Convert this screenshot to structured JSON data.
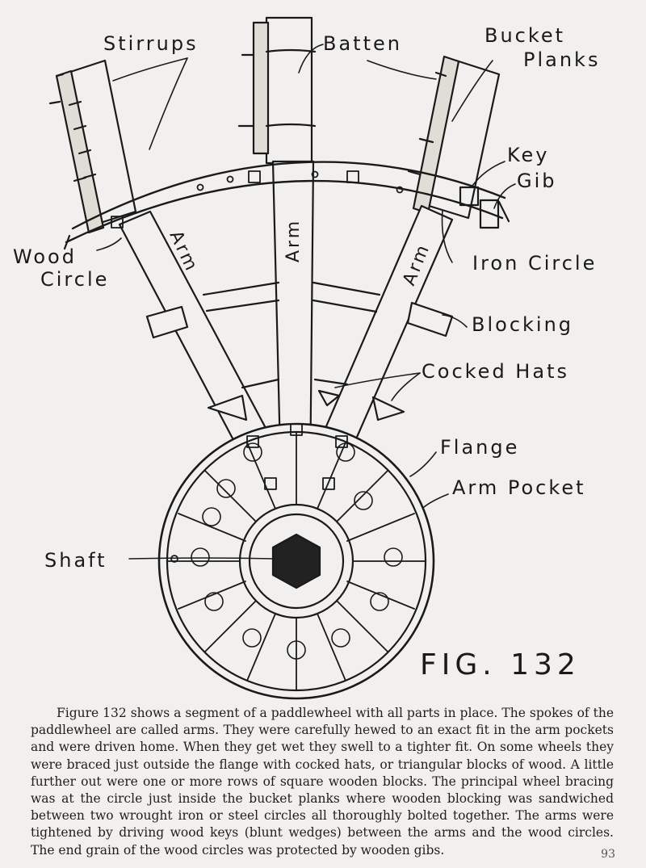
{
  "figure": {
    "labels": {
      "stirrups": "Stirrups",
      "batten": "Batten",
      "bucket": "Bucket",
      "planks": "Planks",
      "key": "Key",
      "gib": "Gib",
      "wood": "Wood",
      "circle": "Circle",
      "iron_circle": "Iron Circle",
      "blocking": "Blocking",
      "cocked_hats": "Cocked Hats",
      "flange": "Flange",
      "arm_pocket": "Arm Pocket",
      "shaft": "Shaft",
      "arm": "Arm"
    },
    "figure_label": "FIG. 132"
  },
  "caption": "Figure 132 shows a segment of a paddlewheel with all parts in place. The spokes of the paddlewheel are called arms. They were carefully hewed to an exact fit in the arm pockets and were driven home. When they get wet they swell to a tighter fit. On some wheels they were braced just outside the flange with cocked hats, or triangular blocks of wood. A little further out were one or more rows of square wooden blocks. The principal wheel bracing was at the circle just inside the bucket planks where wooden blocking was sandwiched between two wrought iron or steel circles all thoroughly bolted together. The arms were tightened by driving wood keys (blunt wedges) between the arms and the wood circles. The end grain of the wood circles was protected by wooden gibs.",
  "page_number": "93"
}
